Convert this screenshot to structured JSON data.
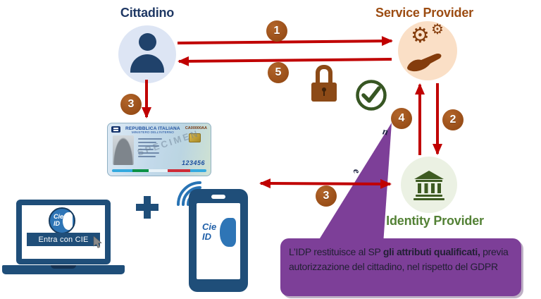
{
  "actors": {
    "citizen": {
      "label": "Cittadino"
    },
    "service_provider": {
      "label": "Service Provider"
    },
    "identity_provider": {
      "label": "Identity Provider"
    }
  },
  "steps": {
    "s1": "1",
    "s2": "2",
    "s3_card": "3",
    "s3_nfc": "3",
    "s4": "4",
    "s5": "5"
  },
  "icons": {
    "gear_large": "⚙",
    "gear_small": "⚙"
  },
  "callout": {
    "text_before": "L’IDP restituisce al SP ",
    "text_bold": "gli attributi qualificati,",
    "text_after": " previa autorizzazione del cittadino, nel rispetto del GDPR",
    "hidden_letter_1": "n",
    "hidden_letter_2": "e"
  },
  "id_card": {
    "header_title": "REPUBBLICA ITALIANA",
    "header_subtitle": "MINISTERO DELL'INTERNO",
    "serial": "CA00000AA",
    "card_number": "123456",
    "watermark": "SPECIMEN"
  },
  "laptop": {
    "logo_top": "Cie",
    "logo_bottom": "ID",
    "button_label": "Entra con CIE"
  },
  "phone": {
    "logo_top": "Cie",
    "logo_bottom": "ID"
  },
  "colors": {
    "arrow_red": "#C00000",
    "badge_brown": "#A0521E",
    "callout_purple": "#7D3F98",
    "device_blue": "#1F4E79",
    "cie_blue": "#2E75B6",
    "lock_brown": "#8C4A17",
    "check_green": "#375623",
    "citizen_navy": "#1F3864",
    "sp_brown": "#9C4C12",
    "idp_green": "#538135"
  }
}
